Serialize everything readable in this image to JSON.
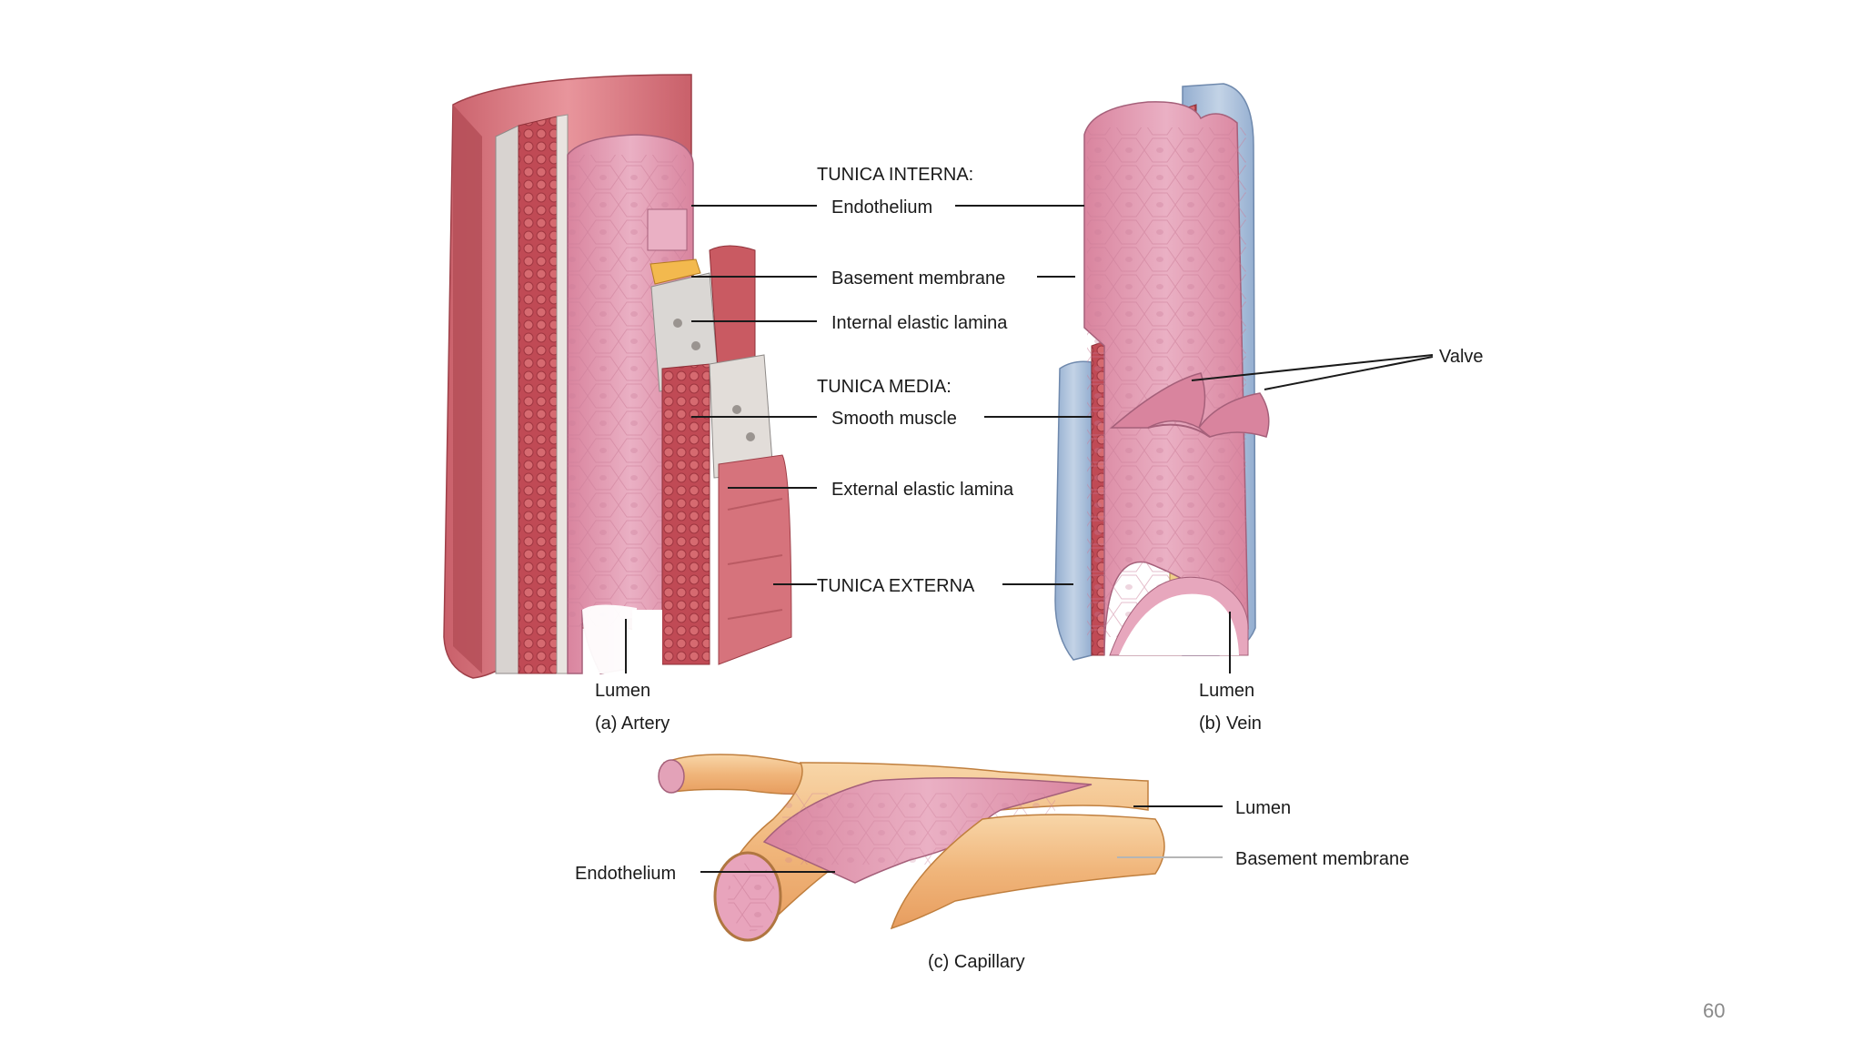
{
  "labels": {
    "tunica_interna": "TUNICA INTERNA:",
    "endothelium": "Endothelium",
    "basement_membrane": "Basement membrane",
    "internal_elastic_lamina": "Internal elastic lamina",
    "tunica_media": "TUNICA MEDIA:",
    "smooth_muscle": "Smooth muscle",
    "external_elastic_lamina": "External elastic lamina",
    "tunica_externa": "TUNICA EXTERNA",
    "valve": "Valve",
    "artery_lumen": "Lumen",
    "vein_lumen": "Lumen",
    "capillary_lumen": "Lumen",
    "capillary_basement_membrane": "Basement membrane",
    "capillary_endothelium": "Endothelium"
  },
  "captions": {
    "artery": "(a) Artery",
    "vein": "(b) Vein",
    "capillary": "(c) Capillary"
  },
  "page_number": "60",
  "colors": {
    "tissue_pink": "#e08a9a",
    "endothelium_pink": "#e3a2b8",
    "muscle_red": "#c8545e",
    "vein_blue": "#a9bfd9",
    "capillary_orange": "#f3c08a"
  }
}
